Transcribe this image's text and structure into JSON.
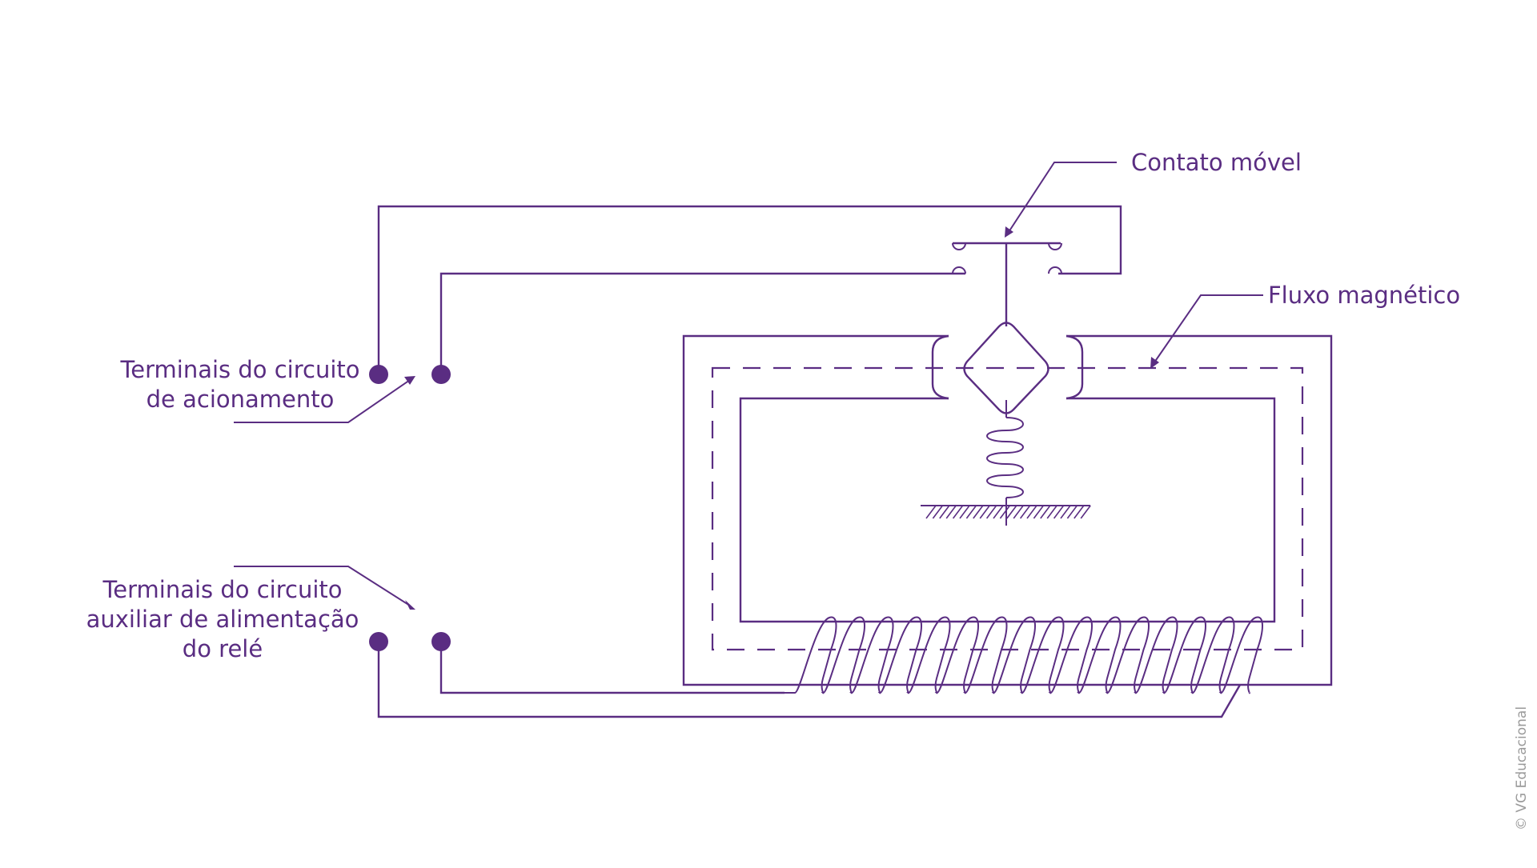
{
  "colors": {
    "line": "#5a2d82",
    "dot": "#5a2d82",
    "text": "#5a2d82",
    "copyright": "#9a9a9a",
    "background": "#ffffff"
  },
  "labels": {
    "contato_movel": "Contato móvel",
    "fluxo_magnetico": "Fluxo magnético",
    "terminais_acionamento": [
      "Terminais do circuito",
      "de acionamento"
    ],
    "terminais_alimentacao": [
      "Terminais do circuito",
      "auxiliar de alimentação",
      "do relé"
    ]
  },
  "copyright": "© VG Educacional"
}
